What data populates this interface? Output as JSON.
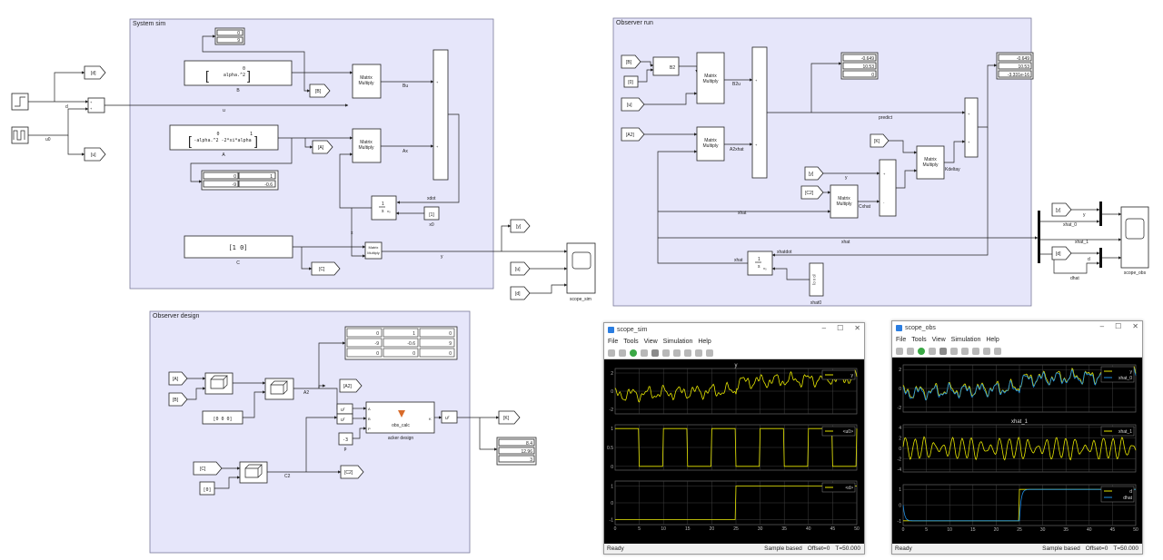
{
  "colors": {
    "area": "#e6e6fa",
    "plot_bg": "#000000",
    "trace_yellow": "#e6e600",
    "trace_blue": "#1e8fe6"
  },
  "system_sim": {
    "title": "System sim",
    "d_label": "d",
    "u0_label": "u0",
    "u_label": "u",
    "tag_d": "[d]",
    "tag_u": "[u]",
    "tag_B": "[B]",
    "tag_A": "[A]",
    "tag_C": "[C]",
    "tag_y": "[y]",
    "B_block": {
      "row1": "0",
      "row2": "alpha.^2",
      "label": "B"
    },
    "B_display": [
      "0",
      "9"
    ],
    "A_block": {
      "row1a": "0",
      "row1b": "1",
      "row2": "-alpha.^2 -2*xi*alpha",
      "label": "A"
    },
    "A_display": [
      [
        "0",
        "1"
      ],
      [
        "-9",
        "-0.6"
      ]
    ],
    "C_block": {
      "text": "[1 0]",
      "label": "C"
    },
    "mm_label1": "Matrix",
    "mm_label2": "Multiply",
    "Bu": "Bu",
    "Ax": "Ax",
    "xdot": "xdot",
    "x": "x",
    "y": "y",
    "x0": "x0",
    "integ_num": "1",
    "integ_den": "s",
    "scope_label": "scope_sim"
  },
  "observer_run": {
    "title": "Observer run",
    "tag_B": "[B]",
    "tag_u": "[u]",
    "tag_A2": "[A2]",
    "tag_K": "[K]",
    "tag_y": "[y]",
    "tag_C2": "[C2]",
    "B2": "B2",
    "B2u": "B2u",
    "A2xhat": "A2xhat",
    "predict": "predict",
    "deltay": "Kdeltay",
    "cxhat": "Cxhat",
    "xhat": "xhat",
    "xhatdot": "xhatdot",
    "xhat0": "xhat0",
    "display1": [
      "-0.649",
      "10.53",
      "0"
    ],
    "display2": [
      "-0.649",
      "10.53",
      "-3.331e-16"
    ],
    "scope_label": "scope_obs",
    "y": "y",
    "xhat_0": "xhat_0",
    "xhat_1": "xhat_1",
    "d": "d",
    "dhat": "dhat"
  },
  "observer_design": {
    "title": "Observer design",
    "tag_A": "[A]",
    "tag_B": "[B]",
    "tag_C": "[C]",
    "tag_A2": "[A2]",
    "tag_C2": "[C2]",
    "tag_K": "[K]",
    "zeros_block": "[0 0 0]",
    "zero_block": "[0]",
    "A2": "A2",
    "C2": "C2",
    "p_label": "p",
    "p_value": "-3",
    "fcn_name": "obs_calc",
    "fcn_label": "acker design",
    "port_A": "A",
    "port_B": "B",
    "port_P": "P",
    "port_K": "K",
    "matrix_display": [
      [
        "0",
        "1",
        "0"
      ],
      [
        "-9",
        "-0.6",
        "9"
      ],
      [
        "0",
        "0",
        "0"
      ]
    ],
    "K_display": [
      "8.4",
      "12.96",
      "3"
    ]
  },
  "scope_sim_window": {
    "title": "scope_sim",
    "menu": [
      "File",
      "Tools",
      "View",
      "Simulation",
      "Help"
    ],
    "plot1_title": "y",
    "legend1": "y",
    "legend2": "<u0>",
    "legend3": "<d>",
    "y_ticks1": [
      "2",
      "0",
      "-2"
    ],
    "y_ticks2": [
      "1",
      "0.5",
      "0"
    ],
    "y_ticks3": [
      "1",
      "0",
      "-1"
    ],
    "x_ticks": [
      "0",
      "5",
      "10",
      "15",
      "20",
      "25",
      "30",
      "35",
      "40",
      "45",
      "50"
    ],
    "status": "Ready",
    "sample": "Sample based",
    "offset": "Offset=0",
    "time": "T=50.000"
  },
  "scope_obs_window": {
    "title": "scope_obs",
    "menu": [
      "File",
      "Tools",
      "View",
      "Simulation",
      "Help"
    ],
    "plot2_title": "xhat_1",
    "legend_y": "y",
    "legend_xhat0": "xhat_0",
    "legend_xhat1": "xhat_1",
    "legend_d": "d",
    "legend_dhat": "dhat",
    "y_ticks1": [
      "2",
      "0",
      "-2"
    ],
    "y_ticks2": [
      "4",
      "2",
      "0",
      "-2",
      "-4"
    ],
    "y_ticks3": [
      "1",
      "0",
      "-1"
    ],
    "x_ticks": [
      "0",
      "5",
      "10",
      "15",
      "20",
      "25",
      "30",
      "35",
      "40",
      "45",
      "50"
    ],
    "status": "Ready",
    "sample": "Sample based",
    "offset": "Offset=0",
    "time": "T=50.000"
  }
}
